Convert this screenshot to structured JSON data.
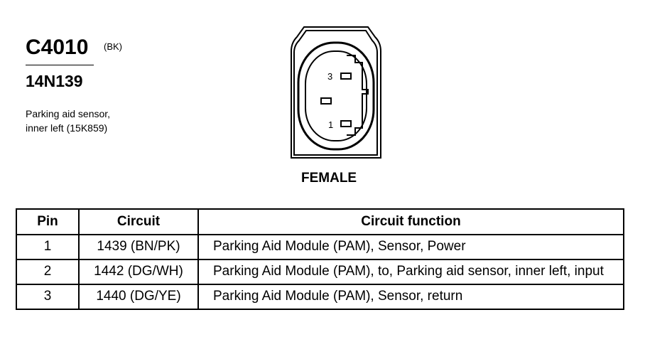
{
  "connector": {
    "id": "C4010",
    "color_code": "(BK)",
    "part_number": "14N139",
    "description_lines": [
      "Parking aid sensor,",
      "inner left (15K859)"
    ],
    "gender": "FEMALE",
    "pin_labels": [
      "3",
      "1"
    ]
  },
  "table": {
    "headers": [
      "Pin",
      "Circuit",
      "Circuit function"
    ],
    "rows": [
      {
        "pin": "1",
        "circuit": "1439 (BN/PK)",
        "function": "Parking Aid Module (PAM), Sensor, Power"
      },
      {
        "pin": "2",
        "circuit": "1442 (DG/WH)",
        "function": "Parking Aid Module (PAM), to, Parking aid sensor, inner left, input"
      },
      {
        "pin": "3",
        "circuit": "1440 (DG/YE)",
        "function": "Parking Aid Module (PAM), Sensor, return"
      }
    ]
  }
}
